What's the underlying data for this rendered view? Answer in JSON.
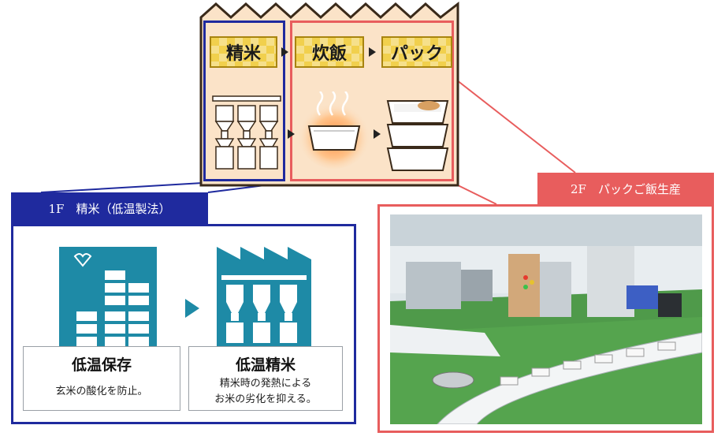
{
  "process": {
    "steps": [
      "精米",
      "炊飯",
      "パック"
    ]
  },
  "floor1": {
    "header": "1F　精米（低温製法）",
    "items": [
      {
        "title": "低温保存",
        "text": "玄米の酸化を防止。"
      },
      {
        "title": "低温精米",
        "text_line1": "精米時の発熱による",
        "text_line2": "お米の劣化を抑える。"
      }
    ]
  },
  "floor2": {
    "header": "2F　パックご飯生産"
  },
  "colors": {
    "blue": "#1f2a9e",
    "red": "#e85d5d",
    "gold": "#f1d04d",
    "teal": "#1e8aa6",
    "panel": "#fbe3c8"
  }
}
